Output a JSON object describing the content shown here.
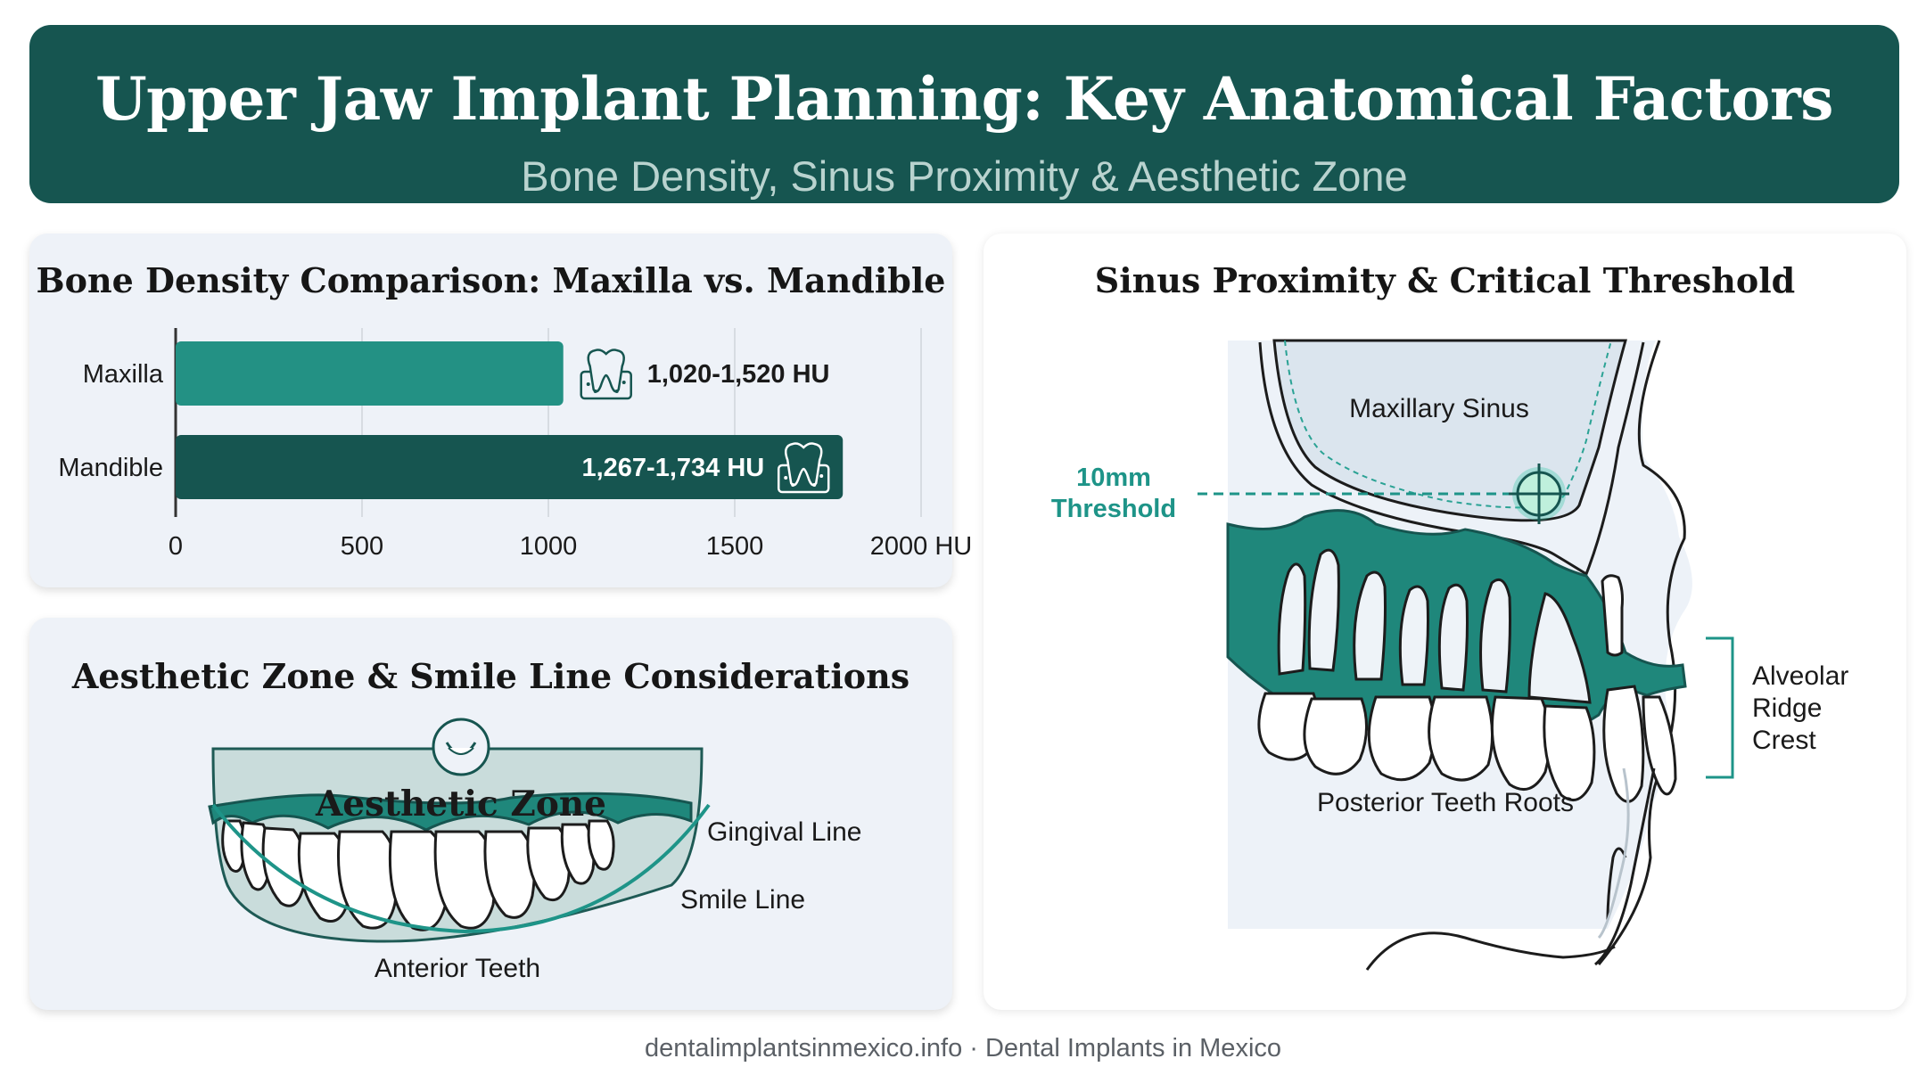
{
  "header": {
    "title": "Upper Jaw Implant Planning: Key Anatomical Factors",
    "subtitle": "Bone Density, Sinus Proximity & Aesthetic Zone"
  },
  "bone_density": {
    "title": "Bone Density Comparison: Maxilla vs. Mandible"
  },
  "chart_data": {
    "type": "bar",
    "orientation": "horizontal",
    "title": "Bone Density Comparison: Maxilla vs. Mandible",
    "categories": [
      "Maxilla",
      "Mandible"
    ],
    "values": [
      1040,
      1790
    ],
    "ranges": [
      [
        1020,
        1520
      ],
      [
        1267,
        1734
      ]
    ],
    "data_labels": [
      "1,020-1,520 HU",
      "1,267-1,734 HU"
    ],
    "x_ticks": [
      "0",
      "500",
      "1000",
      "1500",
      "2000 HU"
    ],
    "xlim": [
      0,
      2000
    ],
    "grid": true,
    "colors": [
      "#239184",
      "#165550"
    ]
  },
  "aesthetic": {
    "title": "Aesthetic Zone & Smile Line Considerations",
    "zone_label": "Aesthetic Zone",
    "gingival_label": "Gingival Line",
    "smile_label": "Smile Line",
    "anterior_label": "Anterior Teeth",
    "icon": "smile-icon"
  },
  "sinus": {
    "title": "Sinus Proximity & Critical Threshold",
    "sinus_label": "Maxillary Sinus",
    "threshold_line1": "10mm",
    "threshold_line2": "Threshold",
    "ridge_line1": "Alveolar",
    "ridge_line2": "Ridge",
    "ridge_line3": "Crest",
    "roots_label": "Posterior Teeth Roots",
    "icon": "crosshair-icon"
  },
  "footer": {
    "text": "dentalimplantsinmexico.info · Dental Implants in Mexico"
  },
  "colors": {
    "primary_dark": "#165550",
    "primary": "#239184",
    "accent_text": "#1e9488",
    "card_bg": "#eef2f8"
  }
}
